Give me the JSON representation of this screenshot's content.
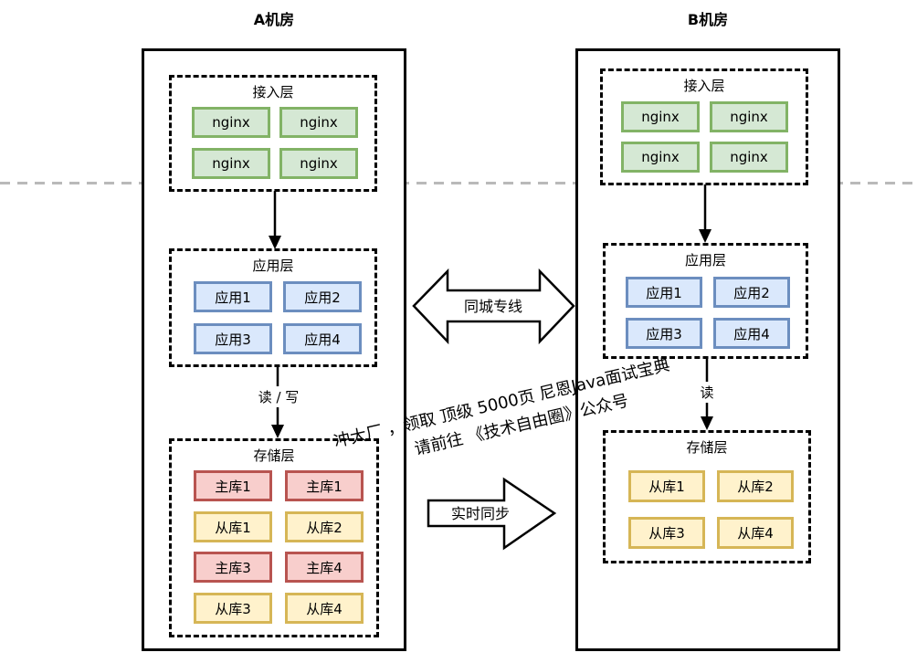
{
  "rooms": {
    "a": {
      "title": "A机房",
      "access": {
        "title": "接入层",
        "nodes": [
          "nginx",
          "nginx",
          "nginx",
          "nginx"
        ]
      },
      "app": {
        "title": "应用层",
        "nodes": [
          "应用1",
          "应用2",
          "应用3",
          "应用4"
        ]
      },
      "storage": {
        "title": "存储层",
        "nodes": [
          "主库1",
          "主库1",
          "从库1",
          "从库2",
          "主库3",
          "主库4",
          "从库3",
          "从库4"
        ]
      },
      "app_to_storage_label": "读 / 写"
    },
    "b": {
      "title": "B机房",
      "access": {
        "title": "接入层",
        "nodes": [
          "nginx",
          "nginx",
          "nginx",
          "nginx"
        ]
      },
      "app": {
        "title": "应用层",
        "nodes": [
          "应用1",
          "应用2",
          "应用3",
          "应用4"
        ]
      },
      "storage": {
        "title": "存储层",
        "nodes": [
          "从库1",
          "从库2",
          "从库3",
          "从库4"
        ]
      },
      "app_to_storage_label": "读"
    }
  },
  "connectors": {
    "intercity_line": "同城专线",
    "realtime_sync": "实时同步"
  },
  "watermark": {
    "line1": "冲大厂 ，领取 顶级  5000页 尼恩Java面试宝典",
    "line2": "请前往 《技术自由圈》公众号"
  },
  "colors": {
    "nginx_fill": "#d5e8d4",
    "nginx_border": "#82b366",
    "app_fill": "#dae8fc",
    "app_border": "#6c8ebf",
    "master_fill": "#f8cecc",
    "master_border": "#b85450",
    "slave_fill": "#fff2cc",
    "slave_border": "#d6b656",
    "divider_gray": "#b9b9b9"
  }
}
